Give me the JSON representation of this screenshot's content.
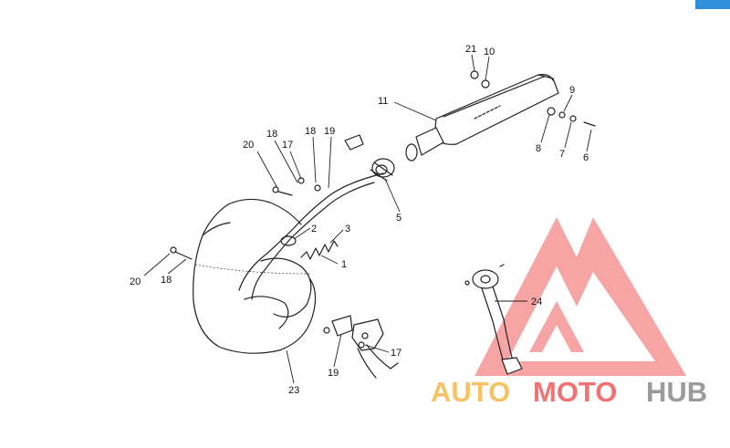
{
  "diagram": {
    "callouts": [
      "21",
      "10",
      "11",
      "9",
      "8",
      "7",
      "6",
      "20",
      "18",
      "17",
      "18",
      "19",
      "5",
      "2",
      "3",
      "1",
      "20",
      "18",
      "24",
      "19",
      "17",
      "23"
    ]
  },
  "watermark": {
    "word_1": "AUTO",
    "word_2": "MOTO",
    "word_3": "HUB",
    "colors": {
      "auto": "#f5b84a",
      "moto": "#ef5a5a",
      "hub": "#8a8a8a",
      "triangle": "#ef5a5a"
    }
  },
  "badge": {
    "color": "#2f8fd8"
  }
}
